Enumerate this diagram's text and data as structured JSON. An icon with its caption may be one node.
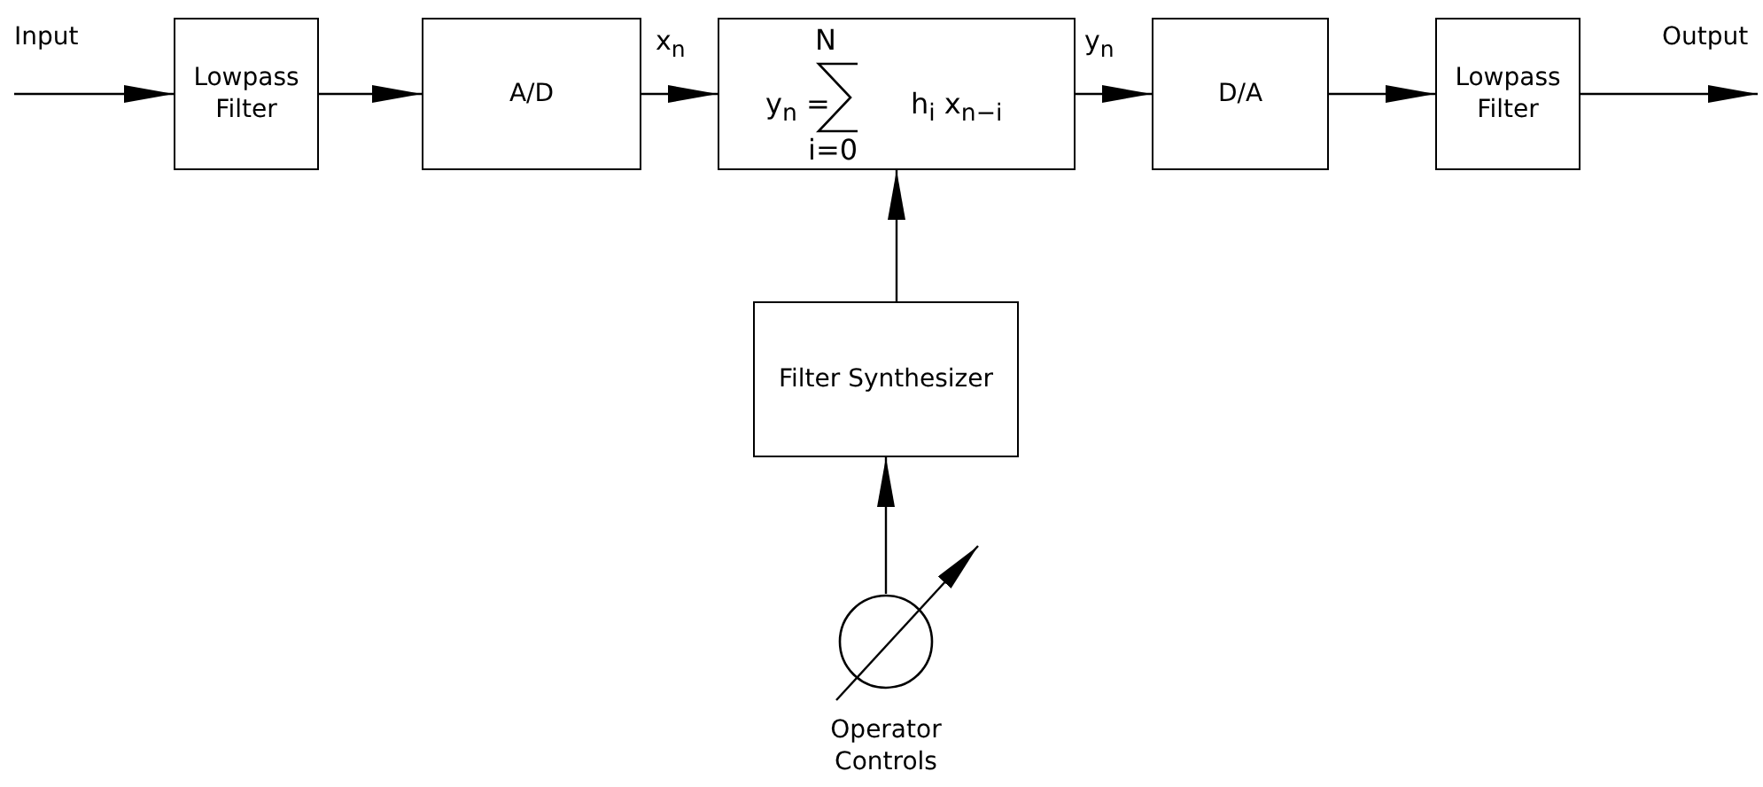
{
  "diagram": {
    "nodes": [
      {
        "text": [
          "Input"
        ]
      },
      {
        "text": [
          "Lowpass Filter"
        ]
      },
      {
        "text": [
          "A/D"
        ]
      },
      {
        "text": [
          "y$_{n}$ =",
          "N",
          "i=0",
          "h$_{i}$ x$_{n−i}$"
        ]
      },
      {
        "text": [
          "D/A"
        ]
      },
      {
        "text": [
          "Lowpass Filter"
        ]
      },
      {
        "text": [
          "Output"
        ]
      },
      {
        "text": [
          "Filter Synthesizer"
        ]
      },
      {
        "text": [],
        "shape": "circle",
        "beside": [
          "Operator Controls"
        ]
      }
    ],
    "edges": [
      {
        "from": 0,
        "to": 1,
        "arrow": "to"
      },
      {
        "from": 1,
        "to": 2,
        "arrow": "to"
      },
      {
        "from": 2,
        "to": 3,
        "arrow": "to",
        "label": "x$_{n}$"
      },
      {
        "from": 3,
        "to": 4,
        "arrow": "to",
        "label": "y$_{n}$"
      },
      {
        "from": 4,
        "to": 5,
        "arrow": "to"
      },
      {
        "from": 5,
        "to": 6,
        "arrow": "to"
      },
      {
        "from": 7,
        "to": 3,
        "arrow": "to"
      },
      {
        "from": 8,
        "to": 7,
        "arrow": "to"
      }
    ]
  }
}
